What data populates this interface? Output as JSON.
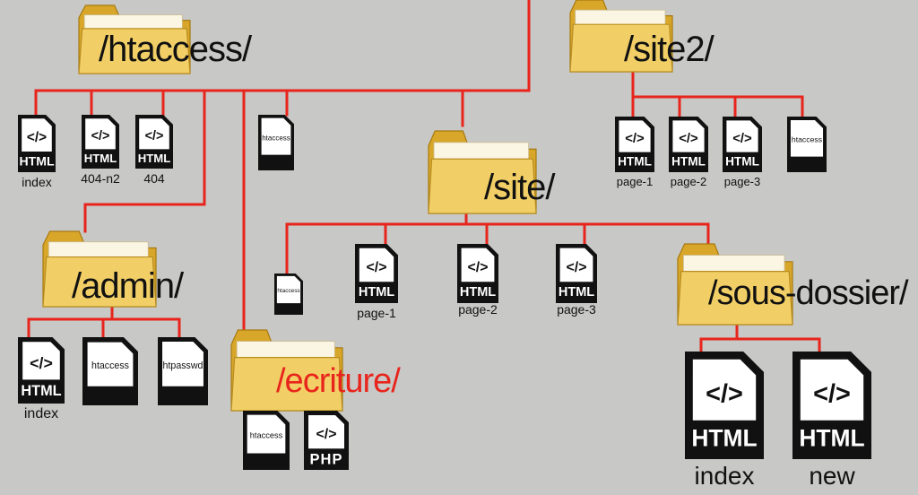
{
  "colors": {
    "background": "#c8c8c6",
    "connector": "#e8251c",
    "folder_back": "#d8a72a",
    "folder_front": "#f2cf66",
    "file_icon": "#111111",
    "highlight_text": "#e8251c"
  },
  "folders": {
    "htaccess": "/htaccess/",
    "site2": "/site2/",
    "site": "/site/",
    "admin": "/admin/",
    "ecriture": "/ecriture/",
    "sous_dossier": "/sous-dossier/"
  },
  "file_badges": {
    "html_symbol": "</>",
    "html_text": "HTML",
    "htaccess_text": "htaccess",
    "htpasswd_text": "htpasswd",
    "php_text": "PHP"
  },
  "file_names": {
    "root_index": "index",
    "root_404n2": "404-n2",
    "root_404": "404",
    "site2_page1": "page-1",
    "site2_page2": "page-2",
    "site2_page3": "page-3",
    "site_page1": "page-1",
    "site_page2": "page-2",
    "site_page3": "page-3",
    "admin_index": "index",
    "sous_index": "index",
    "sous_new": "new"
  }
}
